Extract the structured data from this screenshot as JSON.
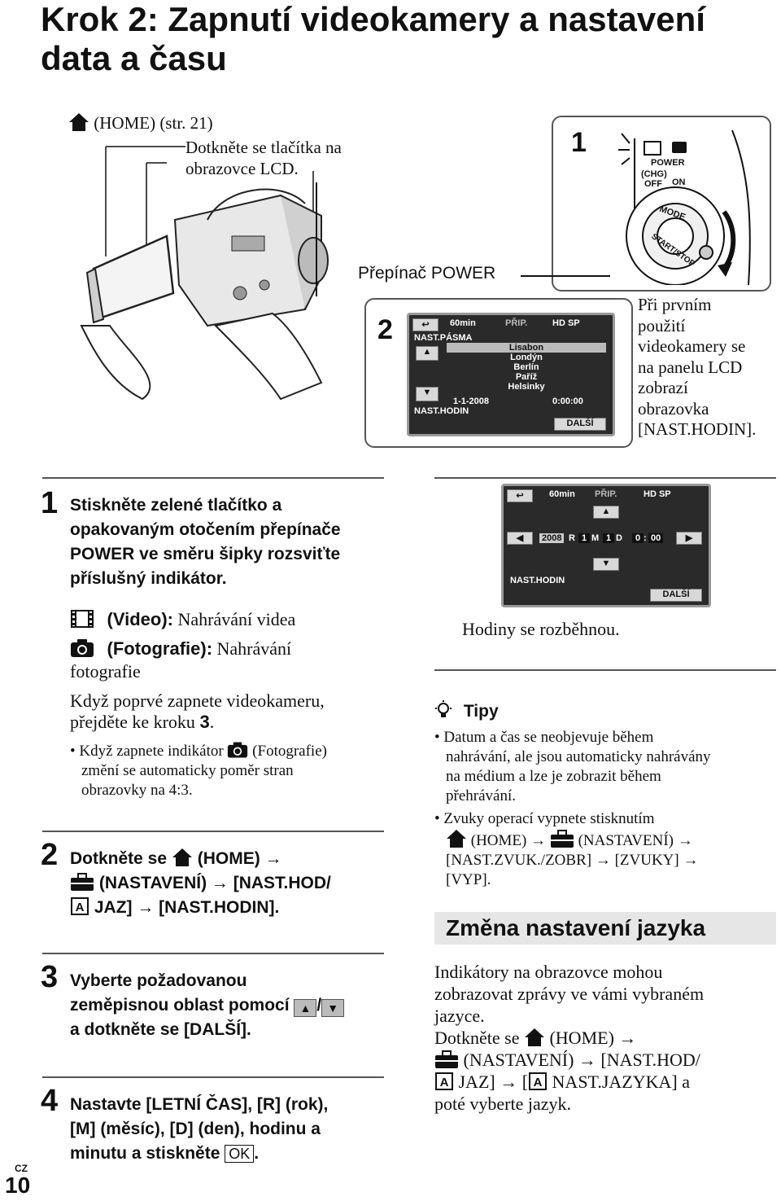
{
  "title": "Krok 2: Zapnutí videokamery a nastavení data a času",
  "illustration": {
    "home_ref": "(HOME) (str. 21)",
    "touch_hint_line1": "Dotkněte se tlačítka na",
    "touch_hint_line2": "obrazovce LCD.",
    "power_switch_label": "Přepínač POWER",
    "callout1_number": "1",
    "callout2_number": "2",
    "dial": {
      "power": "POWER",
      "chg": "(CHG)",
      "off": "OFF",
      "on": "ON",
      "mode": "MODE",
      "startstop": "START/STOP"
    },
    "first_use_note": [
      "Při prvním",
      "použití",
      "videokamery se",
      "na panelu LCD",
      "zobrazí",
      "obrazovka",
      "[NAST.HODIN]."
    ]
  },
  "lcd1": {
    "battery": "60min",
    "prip": "PŘIP.",
    "quality": "HD SP",
    "header": "NAST.PÁSMA",
    "cities": [
      "Lisabon",
      "Londýn",
      "Berlín",
      "Paříž",
      "Helsinky"
    ],
    "date": "1-1-2008",
    "time": "0:00:00",
    "footer": "NAST.HODIN",
    "next": "DALŠÍ"
  },
  "lcd2": {
    "battery": "60min",
    "prip": "PŘIP.",
    "quality": "HD SP",
    "year": "2008",
    "r": "R",
    "month": "1",
    "m": "M",
    "day": "1",
    "d": "D",
    "hour": "0",
    "colon": ":",
    "minute": "00",
    "footer": "NAST.HODIN",
    "next": "DALŠÍ"
  },
  "steps": {
    "s1_num": "1",
    "s1_text": [
      "Stiskněte zelené tlačítko a",
      "opakovaným otočením přepínače",
      "POWER ve směru šipky rozsviťte",
      "příslušný indikátor."
    ],
    "video_label": "(Video):",
    "video_desc": "Nahrávání videa",
    "photo_label": "(Fotografie):",
    "photo_desc": "Nahrávání",
    "photo_desc2": "fotografie",
    "first_on_1": "Když poprvé zapnete videokameru,",
    "first_on_2a": "přejděte ke kroku ",
    "first_on_2b": "3",
    "first_on_2c": ".",
    "bullet_1a": "Když zapnete indikátor",
    "bullet_1b": "(Fotografie)",
    "bullet_2": "změní se automaticky poměr stran",
    "bullet_3": "obrazovky na 4:3.",
    "s2_num": "2",
    "s2_l1a": "Dotkněte se",
    "s2_l1b": "(HOME) →",
    "s2_l2": "(NASTAVENÍ) → [NAST.HOD/",
    "s2_l3": "JAZ] → [NAST.HODIN].",
    "s3_num": "3",
    "s3_l1": "Vyberte požadovanou",
    "s3_l2": "zeměpisnou oblast pomocí",
    "s3_l2_sep": "/",
    "s3_l3": "a dotkněte se [DALŠÍ].",
    "s4_num": "4",
    "s4_l1": "Nastavte [LETNÍ ČAS], [R] (rok),",
    "s4_l2": "[M] (měsíc), [D] (den), hodinu a",
    "s4_l3a": "minutu a stiskněte",
    "s4_ok": "OK",
    "s4_l3b": "."
  },
  "right": {
    "clock_caption": "Hodiny se rozběhnou.",
    "tips_title": "Tipy",
    "tip1": [
      "Datum a čas se neobjevuje během",
      "nahrávání, ale jsou automaticky nahrávány",
      "na médium a lze je zobrazit během",
      "přehrávání."
    ],
    "tip2_l1": "Zvuky operací vypnete stisknutím",
    "tip2_l2a": "(HOME) →",
    "tip2_l2b": "(NASTAVENÍ) →",
    "tip2_l3": "[NAST.ZVUK./ZOBR] → [ZVUKY] →",
    "tip2_l4": "[VYP].",
    "lang_head": "Změna nastavení jazyka",
    "lang_p1": [
      "Indikátory na obrazovce mohou",
      "zobrazovat zprávy ve vámi vybraném",
      "jazyce."
    ],
    "lang_l4a": "Dotkněte se",
    "lang_l4b": "(HOME) →",
    "lang_l5": "(NASTAVENÍ) → [NAST.HOD/",
    "lang_l6a": "JAZ] → [",
    "lang_l6b": "NAST.JAZYKA] a",
    "lang_l7": "poté vyberte jazyk."
  },
  "footer": {
    "lang_code": "CZ",
    "page_number": "10"
  }
}
